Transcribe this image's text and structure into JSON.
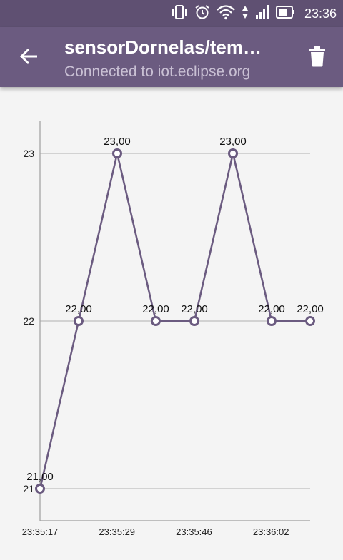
{
  "status_bar": {
    "time": "23:36",
    "icons": [
      "vibrate-icon",
      "alarm-icon",
      "wifi-icon",
      "data-arrows-icon",
      "signal-icon",
      "battery-icon"
    ]
  },
  "app_bar": {
    "back_icon": "arrow-back-icon",
    "title": "sensorDornelas/tem…",
    "subtitle": "Connected to iot.eclipse.org",
    "delete_icon": "trash-icon"
  },
  "colors": {
    "status_bar": "#5f5072",
    "app_bar": "#6b5b80",
    "line": "#6b5b80",
    "background": "#f4f4f4"
  },
  "chart_data": {
    "type": "line",
    "x": [
      "23:35:17",
      "23:35:22",
      "23:35:29",
      "23:35:38",
      "23:35:46",
      "23:35:53",
      "23:36:02",
      "23:36:09"
    ],
    "values": [
      21,
      22,
      23,
      22,
      22,
      23,
      22,
      22
    ],
    "point_labels": [
      "21,00",
      "22,00",
      "23,00",
      "22,00",
      "22,00",
      "23,00",
      "22,00",
      "22,00"
    ],
    "y_ticks": [
      21,
      22,
      23
    ],
    "y_tick_labels": [
      "21",
      "22",
      "23"
    ],
    "x_tick_labels": [
      "23:35:17",
      "23:35:29",
      "23:35:46",
      "23:36:02"
    ],
    "ylim": [
      20.9,
      23.2
    ],
    "grid": true,
    "legend": "none"
  }
}
